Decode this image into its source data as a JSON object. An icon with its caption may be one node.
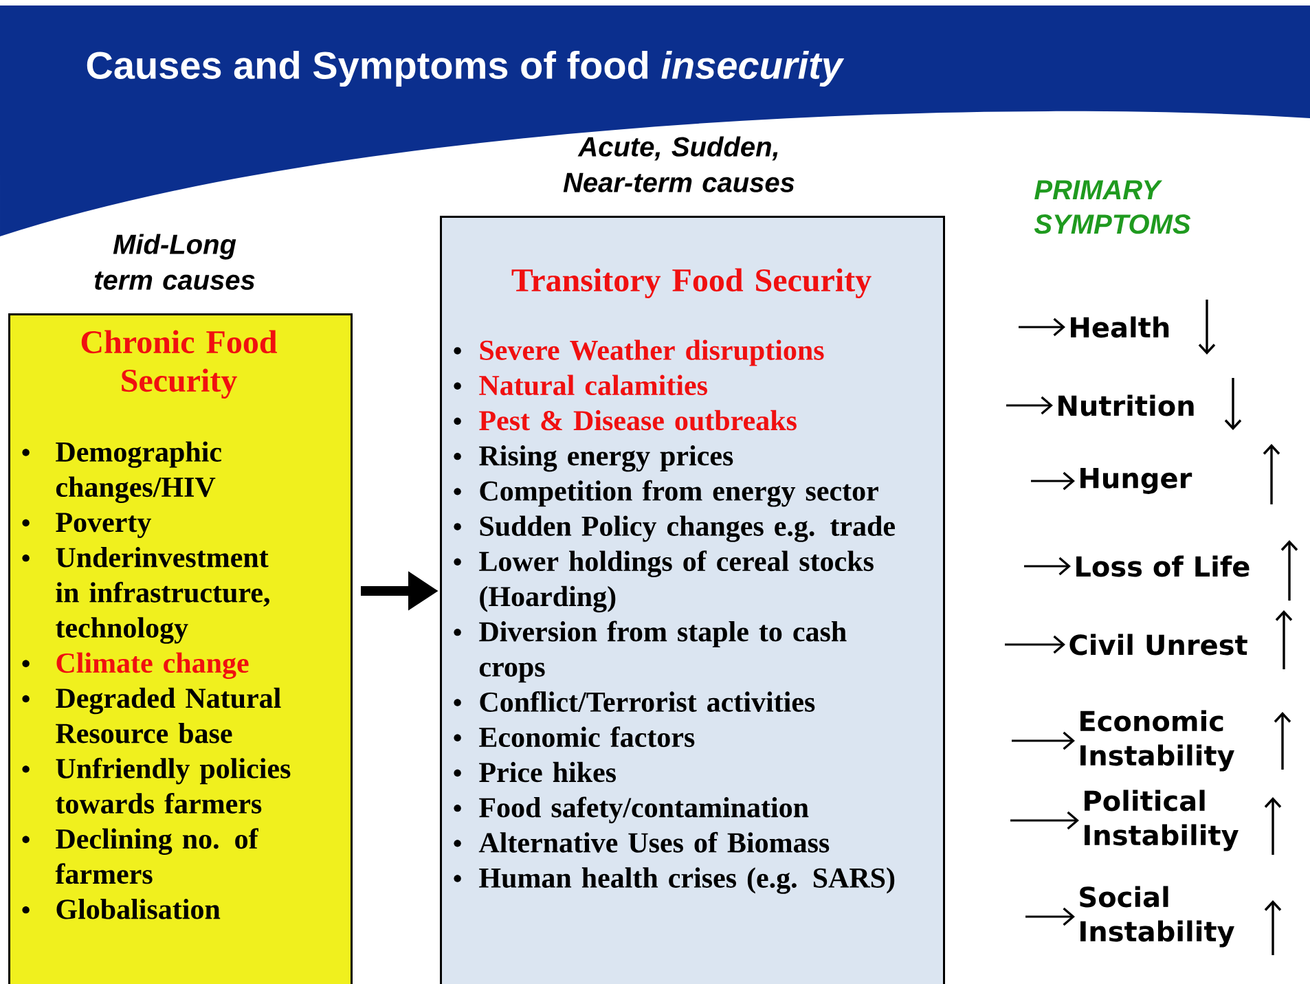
{
  "diagram": {
    "title": "Causes and Symptoms of food *insecurity*",
    "nodes": [
      {
        "text": [
          "Mid-Long term causes",
          "Chronic Food Security",
          "Demographic changes/HIV",
          "Poverty",
          "Underinvestment in infrastructure, technology",
          "Climate change",
          "Degraded Natural Resource base",
          "Unfriendly policies towards farmers",
          "Declining no. of farmers",
          "Globalisation"
        ]
      },
      {
        "text": [
          "Acute, Sudden, Near-term causes",
          "Transitory Food Security",
          "Severe Weather disruptions",
          "Natural calamities",
          "Pest & Disease outbreaks",
          "Rising energy prices",
          "Competition from energy sector",
          "Sudden Policy changes e.g. trade",
          "Lower holdings of cereal stocks (Hoarding)",
          "Diversion from staple to cash crops",
          "Conflict/Terrorist activities",
          "Economic factors",
          "Price hikes",
          "Food safety/contamination",
          "Alternative Uses of Biomass",
          "Human health crises (e.g. SARS)"
        ]
      },
      {
        "text": [
          "Health"
        ]
      },
      {
        "text": [
          "Nutrition"
        ]
      },
      {
        "text": [
          "Hunger"
        ]
      },
      {
        "text": [
          "Loss of Life"
        ]
      },
      {
        "text": [
          "Civil Unrest"
        ]
      },
      {
        "text": [
          "Economic Instability"
        ]
      },
      {
        "text": [
          "Political Instability"
        ]
      },
      {
        "text": [
          "Social Instability"
        ]
      }
    ],
    "edges": [
      {
        "from": 0,
        "to": 1,
        "arrow": "to",
        "style": "thick"
      },
      {
        "from": null,
        "to": 2,
        "arrow": "to"
      },
      {
        "from": null,
        "to": 3,
        "arrow": "to"
      },
      {
        "from": null,
        "to": 4,
        "arrow": "to"
      },
      {
        "from": null,
        "to": 5,
        "arrow": "to"
      },
      {
        "from": null,
        "to": 6,
        "arrow": "to"
      },
      {
        "from": null,
        "to": 7,
        "arrow": "to"
      },
      {
        "from": null,
        "to": 8,
        "arrow": "to"
      },
      {
        "from": null,
        "to": 9,
        "arrow": "to"
      }
    ],
    "labels": [
      "PRIMARY SYMPTOMS"
    ]
  }
}
